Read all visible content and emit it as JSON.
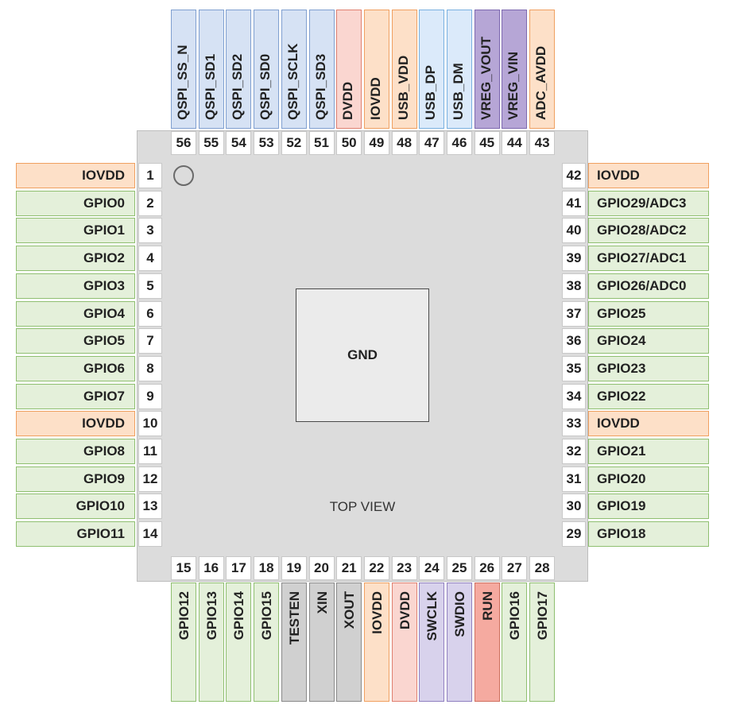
{
  "center_label": "GND",
  "view_label": "TOP VIEW",
  "colors": {
    "power": {
      "fill": "#fde0c8",
      "stroke": "#f0a060"
    },
    "gpio": {
      "fill": "#e4f0da",
      "stroke": "#8fbf70"
    },
    "qspi": {
      "fill": "#d6e2f4",
      "stroke": "#7f9fd0"
    },
    "usb": {
      "fill": "#dbeafa",
      "stroke": "#78b0e0"
    },
    "vreg": {
      "fill": "#b6a6d6",
      "stroke": "#7d68b0"
    },
    "dvdd": {
      "fill": "#fad6d0",
      "stroke": "#e08070"
    },
    "test": {
      "fill": "#d0d0d0",
      "stroke": "#8a8a8a"
    },
    "debug": {
      "fill": "#d8d2ec",
      "stroke": "#9080c0"
    },
    "run": {
      "fill": "#f5aaa0",
      "stroke": "#d07060"
    }
  },
  "pins": {
    "left": [
      {
        "num": "1",
        "name": "IOVDD",
        "group": "power"
      },
      {
        "num": "2",
        "name": "GPIO0",
        "group": "gpio"
      },
      {
        "num": "3",
        "name": "GPIO1",
        "group": "gpio"
      },
      {
        "num": "4",
        "name": "GPIO2",
        "group": "gpio"
      },
      {
        "num": "5",
        "name": "GPIO3",
        "group": "gpio"
      },
      {
        "num": "6",
        "name": "GPIO4",
        "group": "gpio"
      },
      {
        "num": "7",
        "name": "GPIO5",
        "group": "gpio"
      },
      {
        "num": "8",
        "name": "GPIO6",
        "group": "gpio"
      },
      {
        "num": "9",
        "name": "GPIO7",
        "group": "gpio"
      },
      {
        "num": "10",
        "name": "IOVDD",
        "group": "power"
      },
      {
        "num": "11",
        "name": "GPIO8",
        "group": "gpio"
      },
      {
        "num": "12",
        "name": "GPIO9",
        "group": "gpio"
      },
      {
        "num": "13",
        "name": "GPIO10",
        "group": "gpio"
      },
      {
        "num": "14",
        "name": "GPIO11",
        "group": "gpio"
      }
    ],
    "bottom": [
      {
        "num": "15",
        "name": "GPIO12",
        "group": "gpio"
      },
      {
        "num": "16",
        "name": "GPIO13",
        "group": "gpio"
      },
      {
        "num": "17",
        "name": "GPIO14",
        "group": "gpio"
      },
      {
        "num": "18",
        "name": "GPIO15",
        "group": "gpio"
      },
      {
        "num": "19",
        "name": "TESTEN",
        "group": "test"
      },
      {
        "num": "20",
        "name": "XIN",
        "group": "test"
      },
      {
        "num": "21",
        "name": "XOUT",
        "group": "test"
      },
      {
        "num": "22",
        "name": "IOVDD",
        "group": "power"
      },
      {
        "num": "23",
        "name": "DVDD",
        "group": "dvdd"
      },
      {
        "num": "24",
        "name": "SWCLK",
        "group": "debug"
      },
      {
        "num": "25",
        "name": "SWDIO",
        "group": "debug"
      },
      {
        "num": "26",
        "name": "RUN",
        "group": "run"
      },
      {
        "num": "27",
        "name": "GPIO16",
        "group": "gpio"
      },
      {
        "num": "28",
        "name": "GPIO17",
        "group": "gpio"
      }
    ],
    "right": [
      {
        "num": "29",
        "name": "GPIO18",
        "group": "gpio"
      },
      {
        "num": "30",
        "name": "GPIO19",
        "group": "gpio"
      },
      {
        "num": "31",
        "name": "GPIO20",
        "group": "gpio"
      },
      {
        "num": "32",
        "name": "GPIO21",
        "group": "gpio"
      },
      {
        "num": "33",
        "name": "IOVDD",
        "group": "power"
      },
      {
        "num": "34",
        "name": "GPIO22",
        "group": "gpio"
      },
      {
        "num": "35",
        "name": "GPIO23",
        "group": "gpio"
      },
      {
        "num": "36",
        "name": "GPIO24",
        "group": "gpio"
      },
      {
        "num": "37",
        "name": "GPIO25",
        "group": "gpio"
      },
      {
        "num": "38",
        "name": "GPIO26/ADC0",
        "group": "gpio"
      },
      {
        "num": "39",
        "name": "GPIO27/ADC1",
        "group": "gpio"
      },
      {
        "num": "40",
        "name": "GPIO28/ADC2",
        "group": "gpio"
      },
      {
        "num": "41",
        "name": "GPIO29/ADC3",
        "group": "gpio"
      },
      {
        "num": "42",
        "name": "IOVDD",
        "group": "power"
      }
    ],
    "top": [
      {
        "num": "43",
        "name": "ADC_AVDD",
        "group": "power"
      },
      {
        "num": "44",
        "name": "VREG_VIN",
        "group": "vreg"
      },
      {
        "num": "45",
        "name": "VREG_VOUT",
        "group": "vreg"
      },
      {
        "num": "46",
        "name": "USB_DM",
        "group": "usb"
      },
      {
        "num": "47",
        "name": "USB_DP",
        "group": "usb"
      },
      {
        "num": "48",
        "name": "USB_VDD",
        "group": "power"
      },
      {
        "num": "49",
        "name": "IOVDD",
        "group": "power"
      },
      {
        "num": "50",
        "name": "DVDD",
        "group": "dvdd"
      },
      {
        "num": "51",
        "name": "QSPI_SD3",
        "group": "qspi"
      },
      {
        "num": "52",
        "name": "QSPI_SCLK",
        "group": "qspi"
      },
      {
        "num": "53",
        "name": "QSPI_SD0",
        "group": "qspi"
      },
      {
        "num": "54",
        "name": "QSPI_SD2",
        "group": "qspi"
      },
      {
        "num": "55",
        "name": "QSPI_SD1",
        "group": "qspi"
      },
      {
        "num": "56",
        "name": "QSPI_SS_N",
        "group": "qspi"
      }
    ]
  }
}
